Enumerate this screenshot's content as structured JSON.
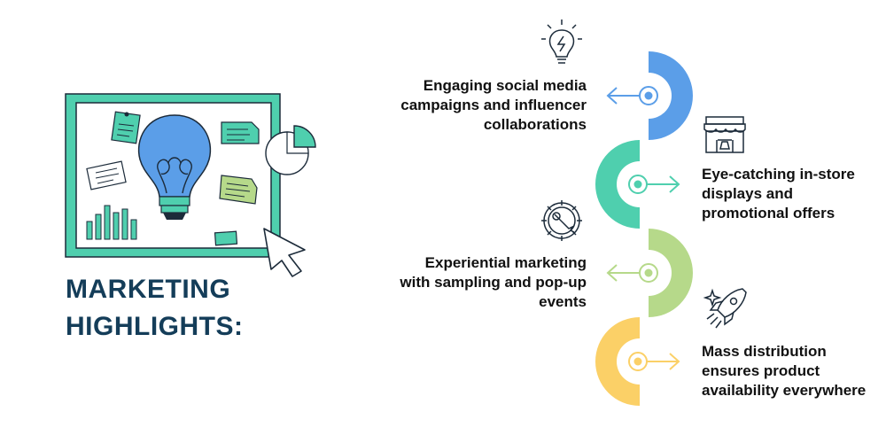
{
  "title": {
    "line1": "MARKETING",
    "line2": "HIGHLIGHTS:"
  },
  "items": [
    {
      "text_lines": [
        "Engaging social media",
        "campaigns and influencer",
        "collaborations"
      ],
      "color": "#5b9ee8",
      "icon": "lightbulb-icon"
    },
    {
      "text_lines": [
        "Eye-catching in-store",
        "displays and",
        "promotional offers"
      ],
      "color": "#4fcfae",
      "icon": "storefront-icon"
    },
    {
      "text_lines": [
        "Experiential marketing",
        "with sampling and pop-up",
        "events"
      ],
      "color": "#b6d98a",
      "icon": "gear-wrench-icon"
    },
    {
      "text_lines": [
        "Mass distribution",
        "ensures product",
        "availability everywhere"
      ],
      "color": "#fbd067",
      "icon": "rocket-icon"
    }
  ],
  "colors": {
    "title": "#143d59",
    "board_frame": "#4fcfae",
    "bulb": "#5b9ee8",
    "outline": "#1c2b3a"
  }
}
